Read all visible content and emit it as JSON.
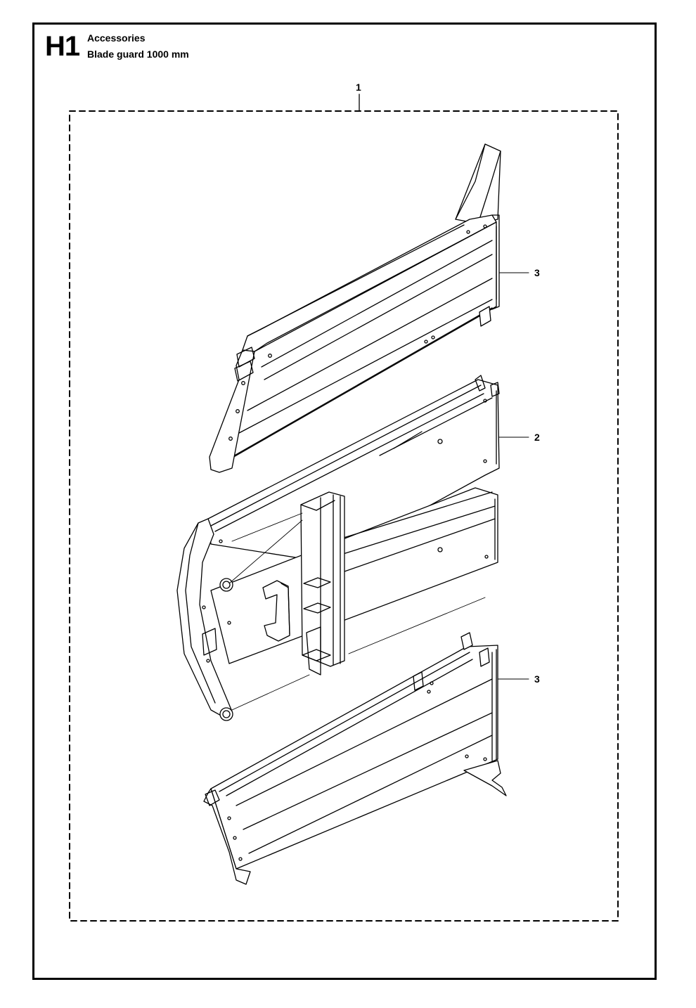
{
  "header": {
    "section_code": "H1",
    "title": "Accessories",
    "subtitle": "Blade guard 1000 mm"
  },
  "callouts": {
    "assembly": "1",
    "center_section": "2",
    "top_panel": "3",
    "bottom_panel": "3"
  },
  "colors": {
    "line": "#000000",
    "background": "#ffffff"
  }
}
